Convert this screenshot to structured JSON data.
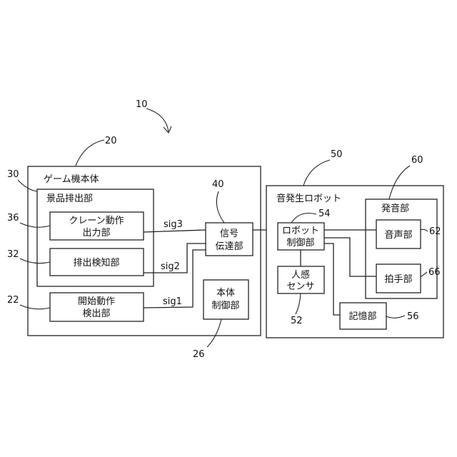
{
  "figure": {
    "ref": "10"
  },
  "game_machine": {
    "ref": "20",
    "title": "ゲーム機本体",
    "prize_unit": {
      "ref": "30",
      "title": "景品排出部",
      "crane_output": {
        "ref": "36",
        "line1": "クレーン動作",
        "line2": "出力部"
      },
      "discharge_detect": {
        "ref": "32",
        "label": "排出検知部"
      }
    },
    "start_detect": {
      "ref": "22",
      "line1": "開始動作",
      "line2": "検出部"
    },
    "body_control": {
      "ref": "26",
      "line1": "本体",
      "line2": "制御部"
    }
  },
  "signal_unit": {
    "ref": "40",
    "line1": "信号",
    "line2": "伝達部"
  },
  "signals": {
    "sig1": "sig1",
    "sig2": "sig2",
    "sig3": "sig3"
  },
  "robot": {
    "ref": "50",
    "title": "音発生ロボット",
    "control": {
      "ref": "54",
      "line1": "ロボット",
      "line2": "制御部"
    },
    "human_sensor": {
      "ref": "52",
      "line1": "人感",
      "line2": "センサ"
    },
    "memory": {
      "ref": "56",
      "label": "記憶部"
    },
    "sound_unit": {
      "ref": "60",
      "title": "発音部",
      "voice": {
        "ref": "62",
        "label": "音声部"
      },
      "clap": {
        "ref": "66",
        "label": "拍手部"
      }
    }
  }
}
